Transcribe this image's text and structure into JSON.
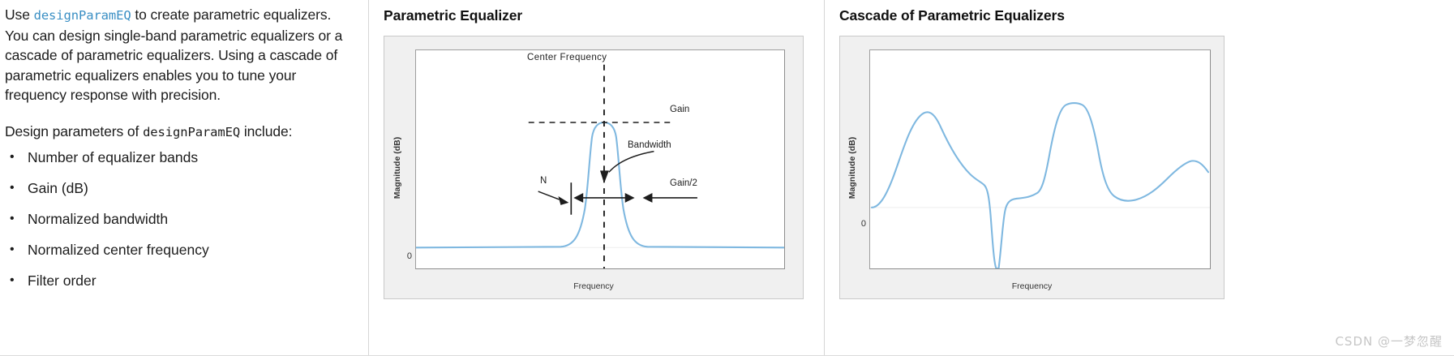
{
  "prose": {
    "paragraph1": {
      "before_code": "Use ",
      "code": "designParamEQ",
      "after_code": " to create parametric equalizers. You can design single-band parametric equalizers or a cascade of parametric equalizers. Using a cascade of parametric equalizers enables you to tune your frequency response with precision."
    },
    "paragraph2": {
      "before_code": "Design parameters of ",
      "code": "designParamEQ",
      "after_code": " include:"
    },
    "bullets": [
      "Number of equalizer bands",
      "Gain (dB)",
      "Normalized bandwidth",
      "Normalized center frequency",
      "Filter order"
    ]
  },
  "figures": [
    {
      "id": "parametric-equalizer",
      "title": "Parametric Equalizer",
      "xlabel": "Frequency",
      "ylabel": "Magnitude (dB)",
      "ytick_zero": "0",
      "annotations": {
        "center_frequency": "Center  Frequency",
        "gain": "Gain",
        "bandwidth": "Bandwidth",
        "gain_half": "Gain/2",
        "order": "N"
      }
    },
    {
      "id": "cascade-of-parametric-equalizers",
      "title": "Cascade of Parametric Equalizers",
      "xlabel": "Frequency",
      "ylabel": "Magnitude (dB)",
      "ytick_zero": "0"
    }
  ],
  "watermark": "CSDN @一梦忽醒",
  "colors": {
    "curve": "#7fb8e0",
    "link": "#3a8fc4",
    "figure_chrome": "#f0f0f0",
    "axes_border": "#9e9e9e",
    "text": "#1c1c1c",
    "watermark": "#c6c6c6"
  },
  "chart_data": [
    {
      "type": "line",
      "title": "Parametric Equalizer",
      "xlabel": "Frequency",
      "ylabel": "Magnitude (dB)",
      "ytick_labels": [
        "0"
      ],
      "ylim": [
        0,
        1
      ],
      "grid": false,
      "legend": "none",
      "description": "Single-band parametric equalizer magnitude response: flat at 0 dB with one sharp rectangular-shouldered boost peak centred mid-band.",
      "series": [
        {
          "name": "Magnitude response",
          "x": [
            0,
            0.1,
            0.2,
            0.3,
            0.4,
            0.44,
            0.46,
            0.47,
            0.48,
            0.49,
            0.5,
            0.51,
            0.52,
            0.53,
            0.54,
            0.56,
            0.6,
            0.7,
            0.8,
            0.9,
            1.0
          ],
          "y": [
            0.02,
            0.02,
            0.02,
            0.02,
            0.03,
            0.08,
            0.35,
            0.72,
            0.92,
            0.97,
            0.98,
            0.97,
            0.92,
            0.72,
            0.35,
            0.08,
            0.03,
            0.02,
            0.02,
            0.02,
            0.02
          ]
        }
      ],
      "annotations": [
        {
          "label": "Center  Frequency",
          "kind": "vertical-dashed-line",
          "x": 0.5
        },
        {
          "label": "Gain",
          "kind": "horizontal-dashed-line",
          "y": 0.98
        },
        {
          "label": "Bandwidth",
          "kind": "double-arrow",
          "y": 0.5
        },
        {
          "label": "Gain/2",
          "kind": "arrow",
          "y": 0.5
        },
        {
          "label": "N",
          "kind": "arrow-to-skirt",
          "x": 0.455
        }
      ]
    },
    {
      "type": "line",
      "title": "Cascade of Parametric Equalizers",
      "xlabel": "Frequency",
      "ylabel": "Magnitude (dB)",
      "ytick_labels": [
        "0"
      ],
      "ylim": [
        -1,
        1
      ],
      "grid": false,
      "legend": "none",
      "description": "Cascade of several parametric equalizers: a rounded boost, a deep narrow notch below 0 dB, a tall flat-topped boost, and a broad rounded boost at high frequency.",
      "series": [
        {
          "name": "Magnitude response",
          "x": [
            0.0,
            0.03,
            0.06,
            0.1,
            0.14,
            0.18,
            0.22,
            0.26,
            0.3,
            0.34,
            0.37,
            0.39,
            0.405,
            0.415,
            0.425,
            0.435,
            0.445,
            0.455,
            0.465,
            0.48,
            0.5,
            0.53,
            0.56,
            0.58,
            0.6,
            0.62,
            0.64,
            0.67,
            0.7,
            0.73,
            0.76,
            0.8,
            0.84,
            0.88,
            0.92,
            0.96,
            1.0
          ],
          "y": [
            0.0,
            0.18,
            0.4,
            0.62,
            0.7,
            0.64,
            0.55,
            0.47,
            0.41,
            0.38,
            0.34,
            0.1,
            -0.55,
            -0.95,
            -0.98,
            -0.96,
            -0.6,
            0.22,
            0.3,
            0.32,
            0.42,
            0.78,
            0.95,
            0.96,
            0.95,
            0.8,
            0.52,
            0.36,
            0.32,
            0.33,
            0.38,
            0.48,
            0.56,
            0.58,
            0.52,
            0.38,
            0.22
          ]
        }
      ]
    }
  ]
}
